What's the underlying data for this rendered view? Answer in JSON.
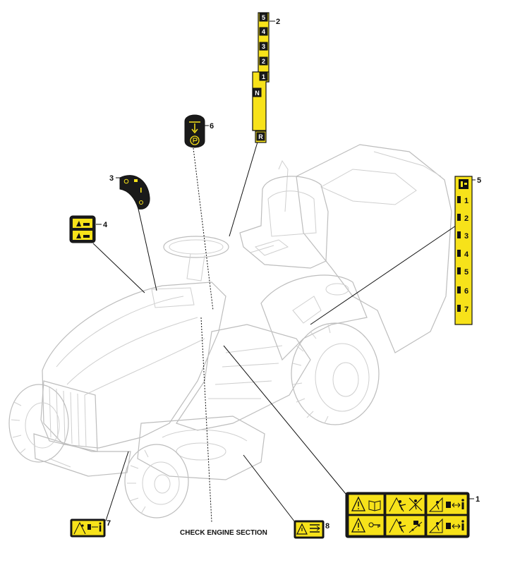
{
  "callouts": [
    "1",
    "2",
    "3",
    "4",
    "5",
    "6",
    "7",
    "8"
  ],
  "gear_decal": {
    "forward": [
      "5",
      "4",
      "3",
      "2",
      "1"
    ],
    "neutral": "N",
    "reverse": "R"
  },
  "speed_decal": {
    "speeds": [
      "1",
      "2",
      "3",
      "4",
      "5",
      "6",
      "7"
    ]
  },
  "note": "CHECK ENGINE SECTION",
  "colors": {
    "decal": "#f7e21a",
    "ink": "#111111",
    "outline": "#cfcfcf"
  },
  "icons": [
    "warning-icon",
    "manual-icon",
    "lever-icon",
    "parking-brake-icon",
    "blade-icon",
    "ignition-icon"
  ]
}
